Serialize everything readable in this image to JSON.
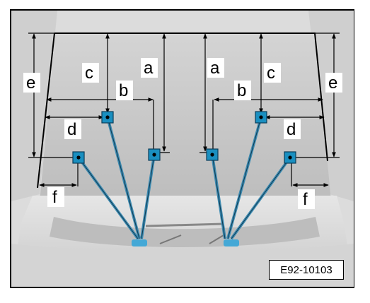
{
  "figure": {
    "id_code": "E92-10103",
    "dimension_labels": {
      "a": "a",
      "b": "b",
      "c": "c",
      "d": "d",
      "e": "e",
      "f": "f"
    },
    "colors": {
      "nozzle_marker": "#1a8fc0",
      "hose": "#3d8ab0",
      "dimension_line": "#000000"
    }
  }
}
